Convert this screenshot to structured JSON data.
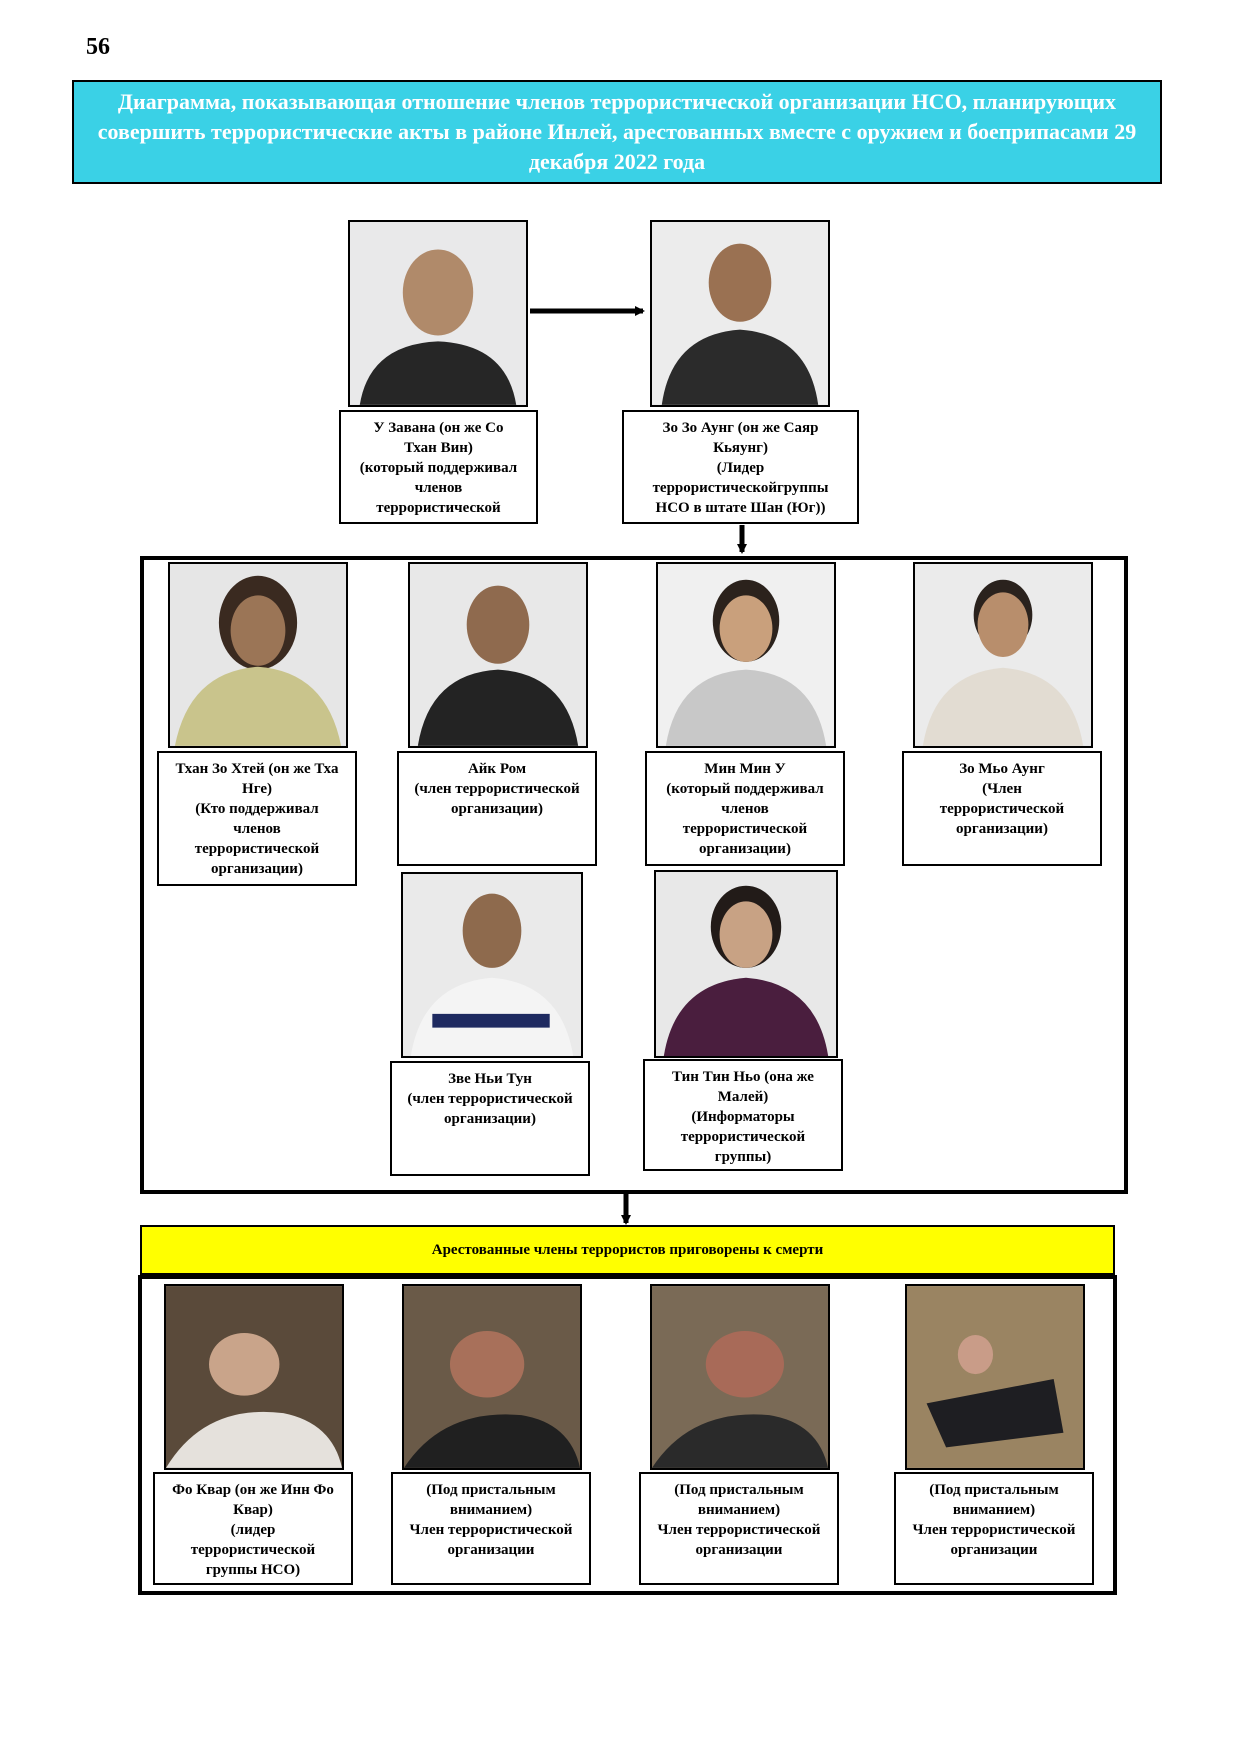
{
  "page_number": "56",
  "title": "Диаграмма, показывающая отношение членов террористической организации НСО, планирующих совершить террористические акты в районе Инлей, арестованных вместе с оружием и боеприпасами 29 декабря 2022 года",
  "leaders": [
    {
      "caption": "У Завана (он же Со\nТхан Вин)\n(который поддерживал\nчленов\nтеррористической"
    },
    {
      "caption": "Зо Зо Аунг (он же Саяр\nКьяунг)\n(Лидер\nтеррористическойгруппы\nНСО в штате Шан (Юг))"
    }
  ],
  "members": [
    {
      "caption": "Тхан Зо Хтей (он же Тха\nНге)\n(Кто поддерживал\nчленов\nтеррористической\nорганизации)"
    },
    {
      "caption": "Айк Ром\n(член террористической\nорганизации)"
    },
    {
      "caption": "Мин Мин У\n(который поддерживал\nчленов\nтеррористической\nорганизации)"
    },
    {
      "caption": "Зо Мьо Аунг\n(Член\nтеррористической\nорганизации)"
    },
    {
      "caption": "Зве Ньи Тун\n(член террористической\nорганизации)"
    },
    {
      "caption": "Тин Тин Ньо (она же\nМалей)\n(Информаторы\nтеррористической\nгруппы)"
    }
  ],
  "banner": "Арестованные члены террористов приговорены к смерти",
  "deceased": [
    {
      "caption": "Фо Квар (он же Инн Фо\nКвар)\n(лидер\nтеррористической\nгруппы НСО)"
    },
    {
      "caption": "(Под пристальным\nвниманием)\nЧлен террористической\nорганизации"
    },
    {
      "caption": "(Под пристальным\nвниманием)\nЧлен террористической\nорганизации"
    },
    {
      "caption": "(Под пристальным\nвниманием)\nЧлен террористической\nорганизации"
    }
  ],
  "colors": {
    "title_bg": "#3ad1e6",
    "banner_bg": "#ffff00"
  }
}
